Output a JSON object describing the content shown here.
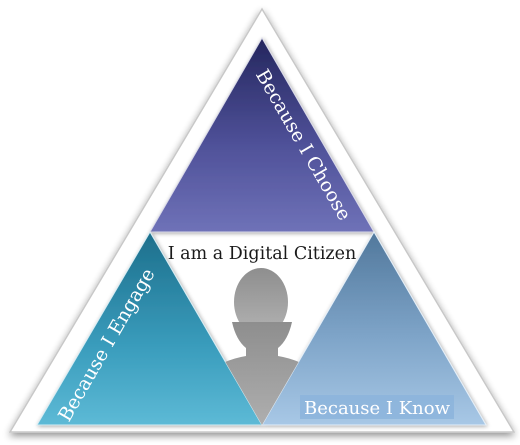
{
  "diagram": {
    "center_title": "I am a Digital Citizen",
    "segments": {
      "top": {
        "label": "Because I Choose",
        "color": "#4b4d96"
      },
      "left": {
        "label": "Because I Engage",
        "color": "#2a8aa8"
      },
      "right": {
        "label": "Because I Know",
        "color": "#7fa6cc"
      }
    },
    "center_icon": "person-silhouette-icon"
  }
}
